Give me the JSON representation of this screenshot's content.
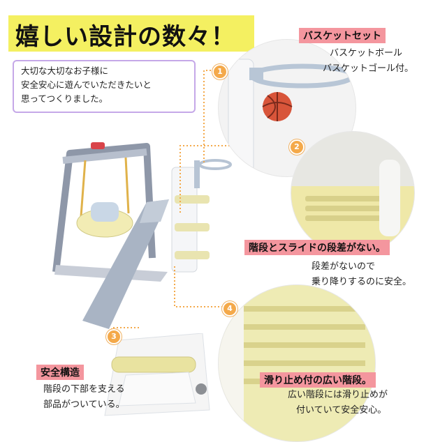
{
  "headline": {
    "text": "嬉しい設計の数々！",
    "bg_color": "#f4f061"
  },
  "intro": {
    "lines": [
      "大切な大切なお子様に",
      "安全安心に遊んでいただきたいと",
      "思ってつくりました。"
    ]
  },
  "features": [
    {
      "number": "1",
      "title": "バスケットセット",
      "lines": [
        "バスケットボール",
        "バスケットゴール付。"
      ]
    },
    {
      "number": "2",
      "title": "階段とスライドの段差がない。",
      "lines": [
        "段差がないので",
        "乗り降りするのに安全。"
      ]
    },
    {
      "number": "3",
      "title": "安全構造",
      "lines": [
        "階段の下部を支える",
        "部品がついている。"
      ]
    },
    {
      "number": "4",
      "title": "滑り止め付の広い階段。",
      "lines": [
        "広い階段には滑り止めが",
        "付いていて安全安心。"
      ]
    }
  ],
  "colors": {
    "label_pink": "#f4969e",
    "accent_orange": "#f4a94a",
    "intro_border": "#c5a8e8"
  }
}
